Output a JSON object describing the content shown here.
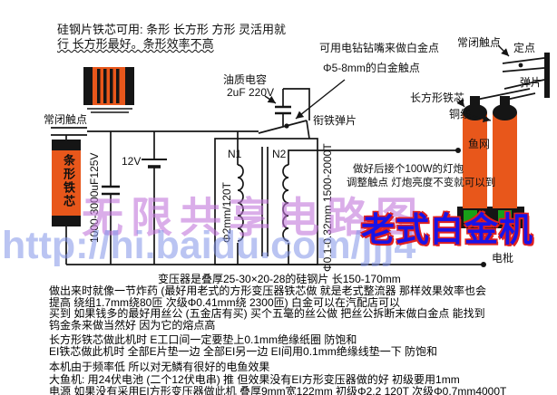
{
  "colors": {
    "core_orange": "#e8571b",
    "ink_black": "#151515",
    "terminal_green": "#18a018",
    "title_blue": "#1813e8",
    "title_outline_red": "#e02020",
    "watermark_purple": "rgba(193,118,219,0.60)",
    "watermark_blue": "rgba(130,147,232,0.55)"
  },
  "top_note": {
    "line1": "硅钢片铁芯可用: 条形 长方形 方形 灵活用就",
    "line2": "行 长方形最好。条形效率不高"
  },
  "labels": {
    "left_contact": "常闭触点",
    "strip_core_vertical": "条形铁芯",
    "battery": "12V",
    "electrolytic_cap": "1000-3000uF125V",
    "oil_cap_name": "油质电容",
    "oil_cap_spec": "2uF 220V",
    "armature_leaf": "衔铁弹片",
    "drill_tip_note": "可用电钻钻嘴来做白金点",
    "contact_point_size": "Φ5-8mm的白金触点",
    "right_contact": "常闭触点",
    "fixed_point": "定点",
    "spring_leaf": "弹片",
    "rect_core": "长方形铁芯",
    "copper_wire": "铜线",
    "fish_net": "鱼网",
    "electrode": "电枇",
    "n1": "N1",
    "n2": "N2",
    "primary_spec": "Φ2mm/120T",
    "secondary_spec": "Φ0.1-0.32mm 1500-2000T",
    "lamp_test_line1": "做好后接个100W的灯炮",
    "lamp_test_line2": "调整触点 灯炮亮度不变就可以到",
    "title": "老式白金机"
  },
  "watermark": {
    "line1": "无限共享电路图",
    "line2": "http://hi.baidu.com/jjj4"
  },
  "notes": [
    "变压器是叠厚25-30×20-28的硅钢片 长150-170mm",
    "做出来时就像一节炸药 (最好用老式的方形变压器铁芯做 就是老式整流器 那样效果效率也会",
    "提高 绕组1.7mm绕80匝 次级Φ0.41mm绕 2300匝) 白金可以在汽配店可以",
    "买到 如果钱多的最好用丝公 (五金店有买) 买个五毫的丝公做 把丝公拆断末做白金点 能找到",
    "钨金条来做当然好 因为它的熔点高",
    "长方形铁芯做此机时 E工口间一定要垫上0.1mm绝缘纸圈 防饱和",
    "EI铁芯做此机时 全部E片垫一边 全部EI另一边 EI间用0.1mm绝缘线垫一下 防饱和",
    "本机由于频率低 所以对无鳞有很好的电鱼效果",
    "大鱼机: 用24伏电池 (二个12伏电串) 推 但效果没有EI方形变压器做的好 初级要用1mm",
    "电源 如果没有采用EI方形变压器做此机 叠厚9mm宽122mm 初级Φ2.2 120T 次级Φ0.7mm4000T"
  ]
}
